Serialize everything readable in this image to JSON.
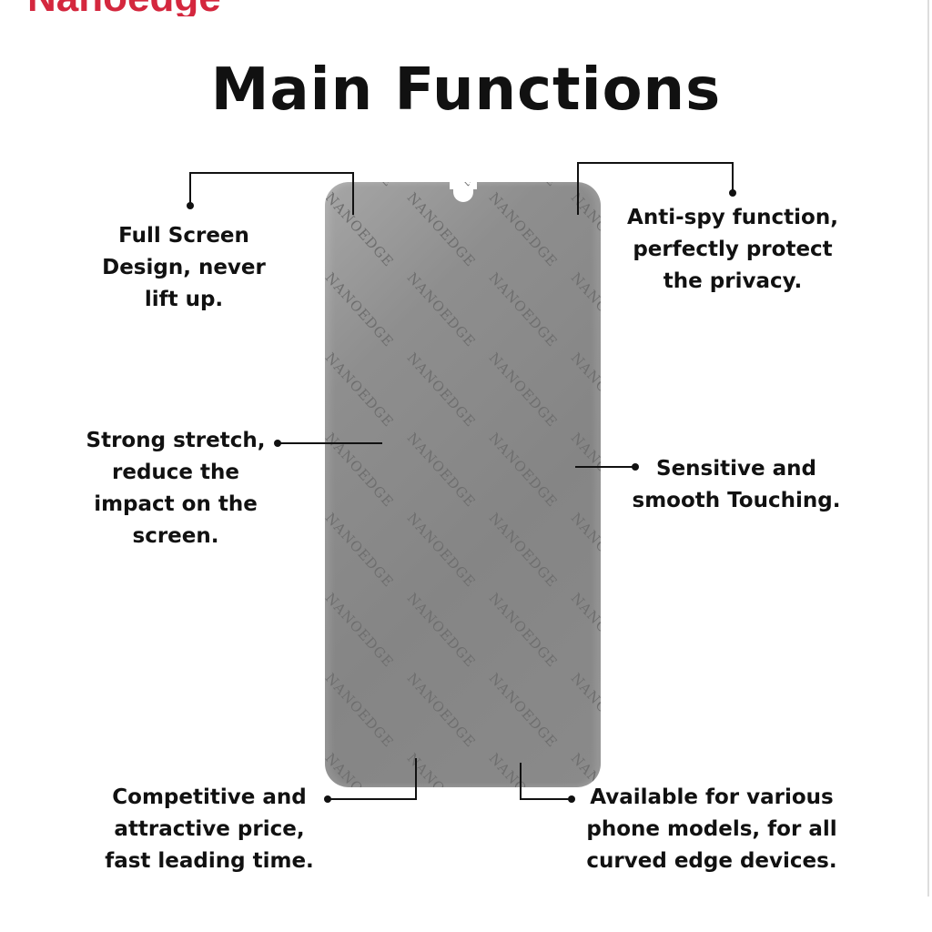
{
  "logo_fragment": "Nanoedge",
  "title": "Main Functions",
  "watermark": "NANOEDGE",
  "callouts": {
    "full_screen": "Full Screen Design, never lift up.",
    "anti_spy": "Anti-spy function, perfectly protect the privacy.",
    "strong_stretch": "Strong stretch, reduce the impact on the screen.",
    "sensitive": "Sensitive and smooth Touching.",
    "competitive": "Competitive and attractive price, fast leading time.",
    "available": "Available for various phone models, for all curved edge devices."
  }
}
